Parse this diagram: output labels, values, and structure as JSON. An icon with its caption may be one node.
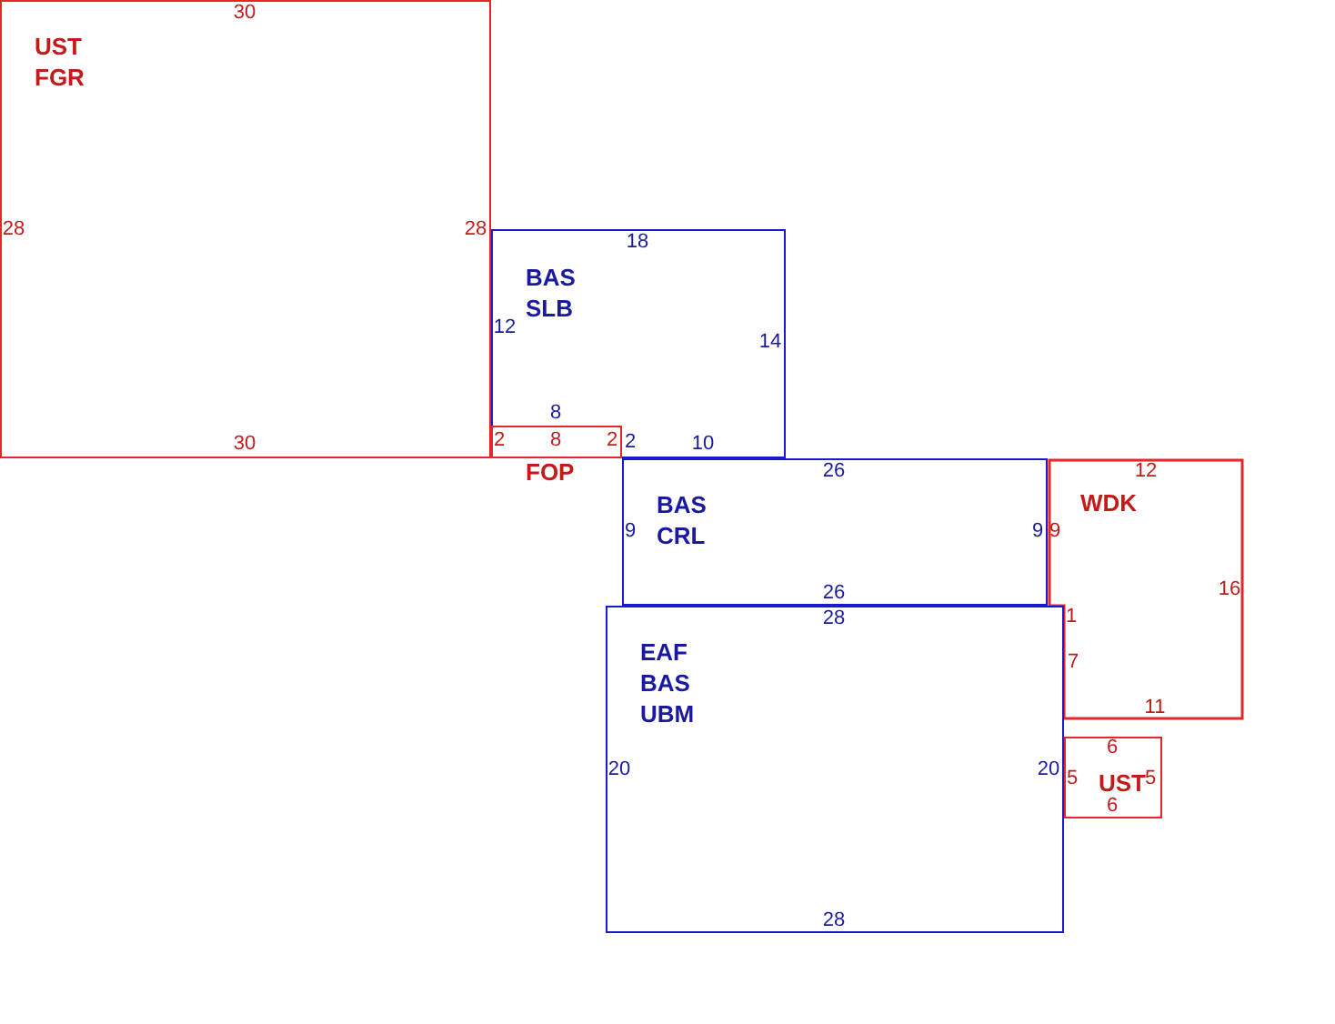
{
  "diagram": {
    "nodes": [
      {
        "text": [
          "UST FGR",
          "30",
          "28",
          "28",
          "30"
        ]
      },
      {
        "text": [
          "BAS SLB",
          "18",
          "12",
          "14",
          "8",
          "2",
          "10"
        ]
      },
      {
        "text": [
          "FOP",
          "2",
          "8",
          "2"
        ]
      },
      {
        "text": [
          "BAS CRL",
          "26",
          "9",
          "9",
          "26"
        ]
      },
      {
        "text": [
          "WDK",
          "12",
          "9",
          "16",
          "1",
          "7",
          "11"
        ]
      },
      {
        "text": [
          "EAF BAS UBM",
          "28",
          "20",
          "20",
          "28"
        ]
      },
      {
        "text": [
          "UST",
          "6",
          "5",
          "5",
          "6"
        ]
      }
    ]
  }
}
